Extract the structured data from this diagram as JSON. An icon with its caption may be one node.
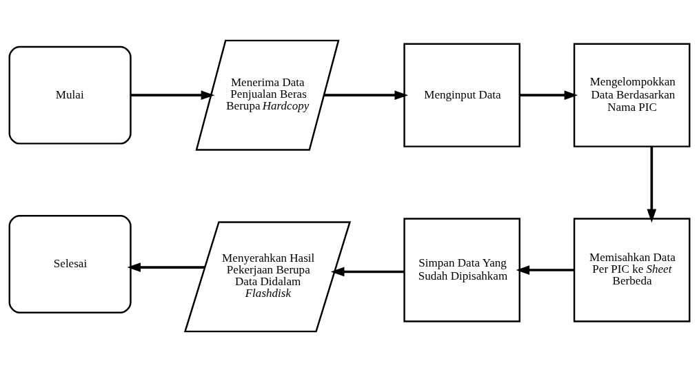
{
  "diagram": {
    "nodes": [
      {
        "text": [
          "Mulai"
        ]
      },
      {
        "text": [
          "Menerima Data Penjualan Beras Berupa *Hardcopy*"
        ]
      },
      {
        "text": [
          "Menginput Data"
        ]
      },
      {
        "text": [
          "Mengelompokkan Data Berdasarkan Nama PIC"
        ]
      },
      {
        "text": [
          "Memisahkan Data Per PIC ke *Sheet* Berbeda"
        ]
      },
      {
        "text": [
          "Simpan Data Yang Sudah Dipisahkam"
        ]
      },
      {
        "text": [
          "Menyerahkan Hasil Pekerjaan Berupa Data Didalam *Flashdisk*"
        ]
      },
      {
        "text": [
          "Selesai"
        ]
      }
    ],
    "edges": [
      {
        "from": 0,
        "to": 1,
        "arrow": "to"
      },
      {
        "from": 1,
        "to": 2,
        "arrow": "to"
      },
      {
        "from": 2,
        "to": 3,
        "arrow": "to"
      },
      {
        "from": 3,
        "to": 4,
        "arrow": "to"
      },
      {
        "from": 4,
        "to": 5,
        "arrow": "to"
      },
      {
        "from": 5,
        "to": 6,
        "arrow": "to"
      },
      {
        "from": 6,
        "to": 7,
        "arrow": "to"
      }
    ]
  }
}
